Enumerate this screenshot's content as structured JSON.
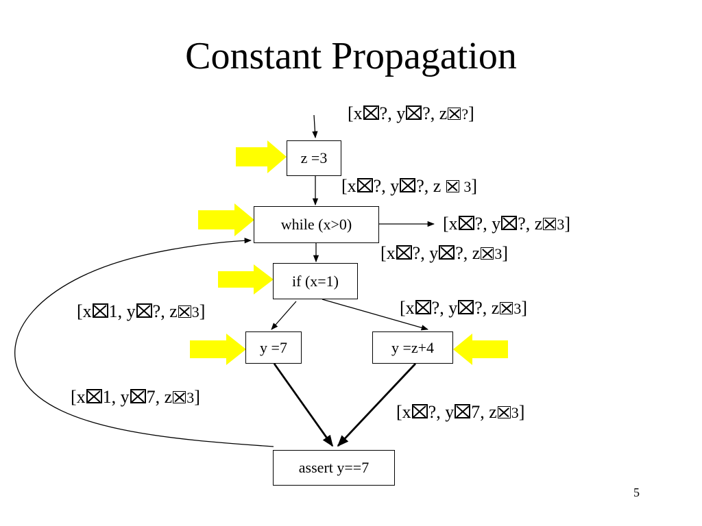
{
  "slide": {
    "title": "Constant Propagation",
    "page_number": "5",
    "colors": {
      "highlight_arrow": "#ffff00",
      "ink": "#000000"
    }
  },
  "nodes": {
    "z_assign": "z =3",
    "while_cond": "while (x>0)",
    "if_cond": "if (x=1)",
    "y_assign_7": "y =7",
    "y_assign_z4": "y =z+4",
    "assert": "assert y==7"
  },
  "facts": {
    "entry": {
      "open": "[",
      "x": "x",
      "xv": "?",
      "y": ", y",
      "yv": "?",
      "z": ", z",
      "zv": "?",
      "close": "]"
    },
    "after_z": {
      "open": "[",
      "x": "x",
      "xv": "?",
      "y": ", y",
      "yv": "?",
      "z": ", z ",
      "zv": " 3",
      "close": "]"
    },
    "while_exit": {
      "open": "[",
      "x": "x",
      "xv": "?",
      "y": ", y",
      "yv": "?",
      "z": ", z",
      "zv": "3",
      "close": "]"
    },
    "while_body": {
      "open": "[",
      "x": "x",
      "xv": "?",
      "y": ", y",
      "yv": "?",
      "z": ", z",
      "zv": "3",
      "close": "]"
    },
    "if_true": {
      "open": "[",
      "x": "x",
      "xv": "1",
      "y": ", y",
      "yv": "?",
      "z": ", z",
      "zv": "3",
      "close": "]"
    },
    "if_false": {
      "open": "[",
      "x": "x",
      "xv": "?",
      "y": ", y",
      "yv": "?",
      "z": ", z",
      "zv": "3",
      "close": "]"
    },
    "after_y7": {
      "open": "[",
      "x": "x",
      "xv": "1",
      "y": ", y",
      "yv": "7",
      "z": ", z",
      "zv": "3",
      "close": "]"
    },
    "after_yz4": {
      "open": "[",
      "x": "x",
      "xv": "?",
      "y": ", y",
      "yv": "7",
      "z": ", z",
      "zv": "3",
      "close": "]"
    }
  },
  "icons": {
    "maps_to": "boxed-x-icon",
    "pointer": "yellow-arrow-icon"
  }
}
